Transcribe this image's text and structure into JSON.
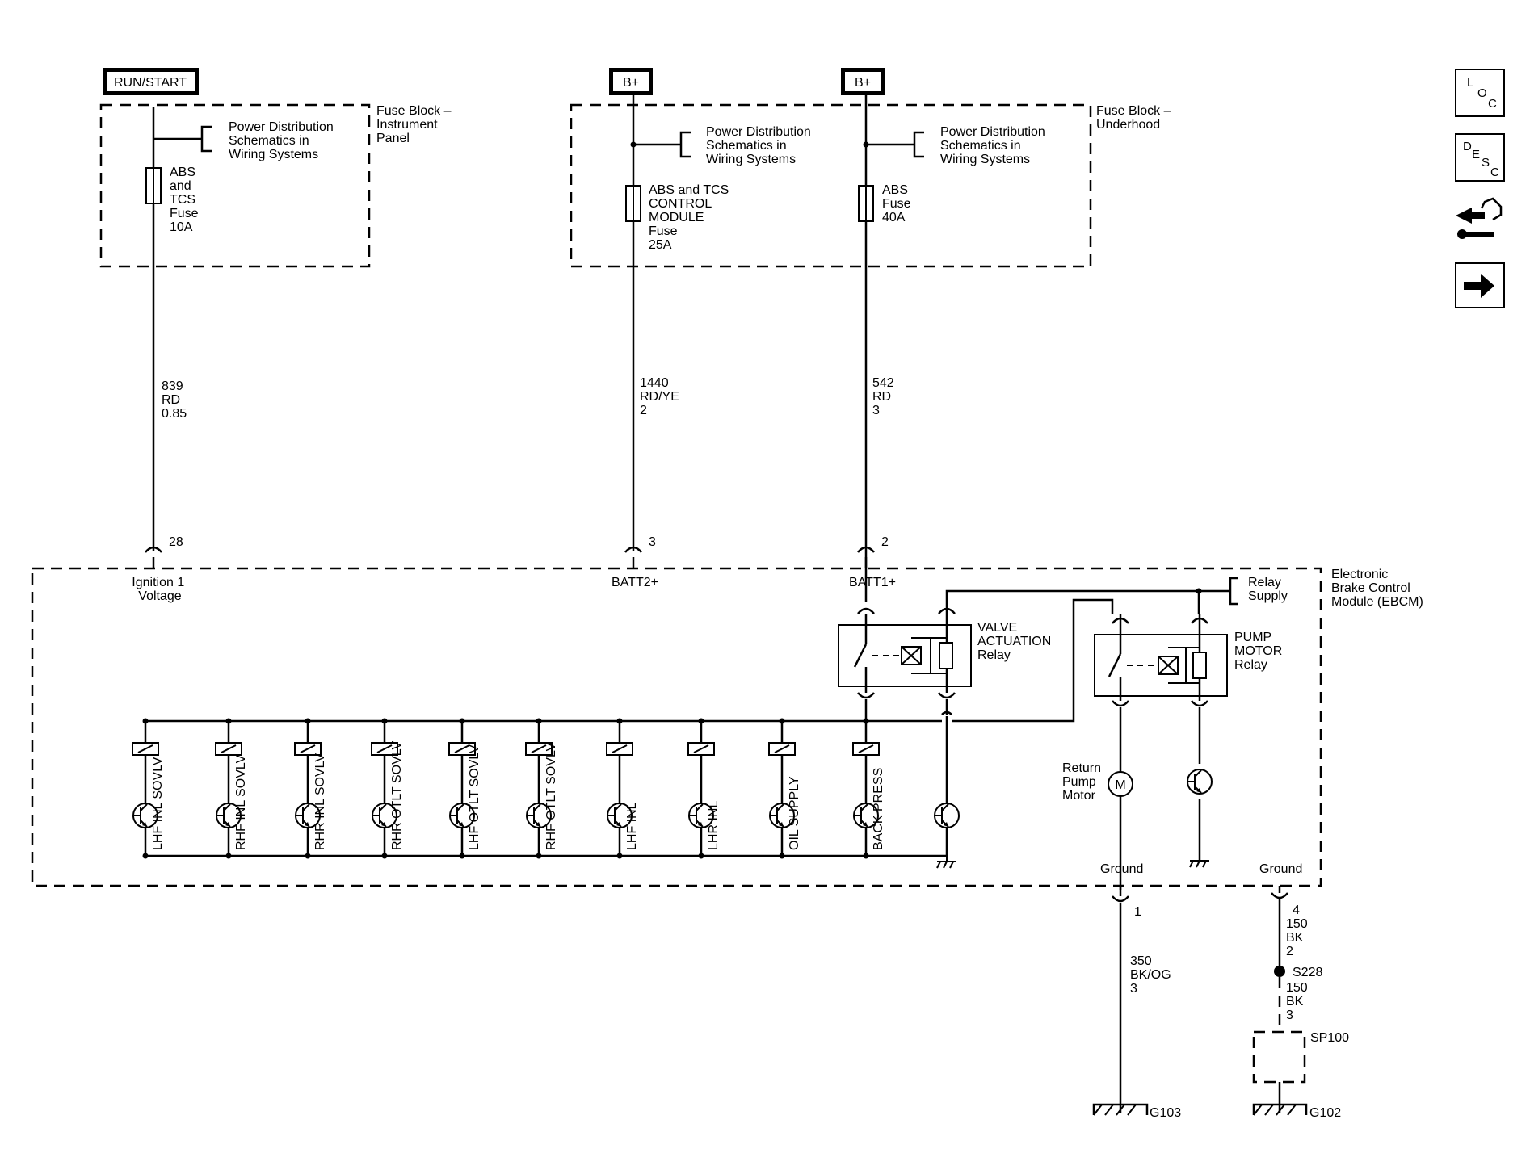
{
  "power_sources": {
    "run_start": "RUN/START",
    "batt_a": "B+",
    "batt_b": "B+"
  },
  "fuse_blocks": {
    "instrument_panel": [
      "Fuse Block –",
      "Instrument",
      "Panel"
    ],
    "underhood": [
      "Fuse Block –",
      "Underhood"
    ]
  },
  "power_distribution_ref": [
    "Power Distribution",
    "Schematics in",
    "Wiring Systems"
  ],
  "fuses": {
    "abs_tcs_10a": [
      "ABS",
      "and",
      "TCS",
      "Fuse",
      "10A"
    ],
    "control_module_25a": [
      "ABS and TCS",
      "CONTROL",
      "MODULE",
      "Fuse",
      "25A"
    ],
    "abs_40a": [
      "ABS",
      "Fuse",
      "40A"
    ]
  },
  "wires": {
    "w839": [
      "839",
      "RD",
      "0.85"
    ],
    "w1440": [
      "1440",
      "RD/YE",
      "2"
    ],
    "w542": [
      "542",
      "RD",
      "3"
    ],
    "w350": [
      "350",
      "BK/OG",
      "3"
    ],
    "w150a": [
      "150",
      "BK",
      "2"
    ],
    "w150b": [
      "150",
      "BK",
      "3"
    ]
  },
  "pins": {
    "ignition": "28",
    "batt2": "3",
    "batt1": "2",
    "ground_a": "1",
    "ground_b": "4"
  },
  "terminals": {
    "ignition": [
      "Ignition 1",
      "Voltage"
    ],
    "batt2": "BATT2+",
    "batt1": "BATT1+",
    "ground": "Ground"
  },
  "module": [
    "Electronic",
    "Brake Control",
    "Module (EBCM)"
  ],
  "relay_supply": [
    "Relay",
    "Supply"
  ],
  "relays": {
    "valve": [
      "VALVE",
      "ACTUATION",
      "Relay"
    ],
    "pump": [
      "PUMP",
      "MOTOR",
      "Relay"
    ]
  },
  "motor": {
    "label": [
      "Return",
      "Pump",
      "Motor"
    ],
    "symbol": "M"
  },
  "solenoids": [
    "LHF INL SOVLV",
    "RHF INL SOVLV",
    "RHR INL SOVLV",
    "RHR OTLT SOVLV",
    "LHF OTLT SOVLV",
    "RHF OTLT SOVLV",
    "LHF INL",
    "LHR INL",
    "OIL SUPPLY",
    "BACK PRESS"
  ],
  "splices": {
    "s228": "S228",
    "sp100": "SP100"
  },
  "grounds": {
    "g103": "G103",
    "g102": "G102"
  },
  "nav_icons": {
    "loc": [
      "L",
      "O",
      "C"
    ],
    "desc": [
      "D",
      "E",
      "S",
      "C"
    ],
    "connector_icon": "connector-end-view-icon",
    "next_icon": "next-arrow-icon"
  }
}
